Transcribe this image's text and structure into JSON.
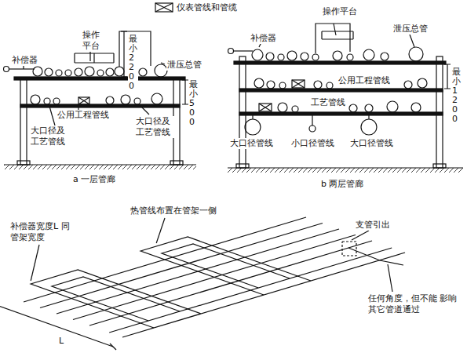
{
  "diagram": {
    "labels": [
      "补偿器",
      "操作平台",
      "最小2200",
      "泄压总管",
      "公用工程管线",
      "大口径及工艺管线",
      "大口径及工艺管线",
      "最小500",
      "a 一层管廊",
      "补偿器",
      "操作平台",
      "泄压总管",
      "公用工程管线",
      "工艺管线",
      "最小1200",
      "大口径管线",
      "小口径管线",
      "大口径管线",
      "b 两层管廊",
      "补偿器宽度L 同管架宽度",
      "热管线布置在管架一侧",
      "支管引出",
      "任何角度，但不能 影响其它管道通过",
      "L"
    ],
    "legend": [
      {
        "text": "仪表管线和管缆"
      }
    ]
  }
}
